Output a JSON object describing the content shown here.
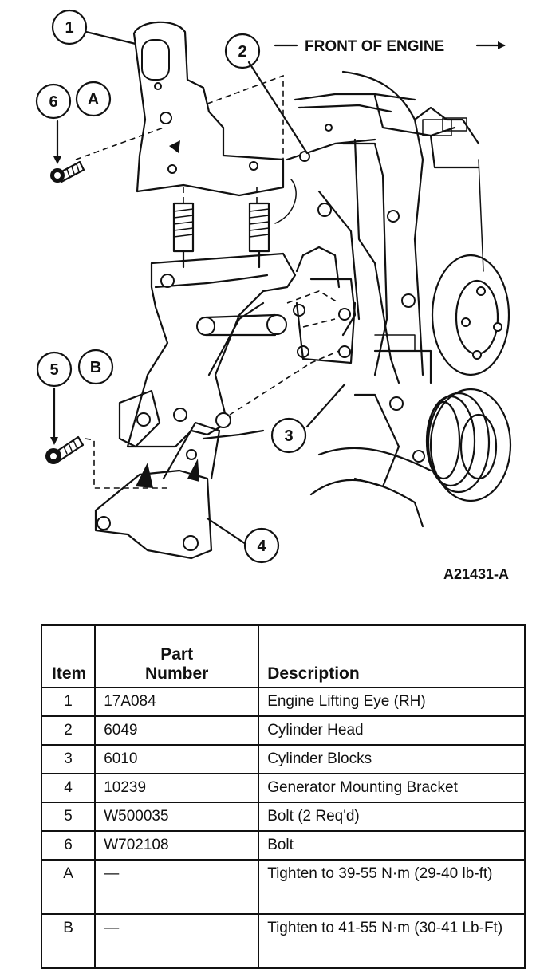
{
  "diagram": {
    "front_label": "FRONT OF ENGINE",
    "figure_id": "A21431-A",
    "callouts": {
      "c1": "1",
      "c2": "2",
      "c3": "3",
      "c4": "4",
      "c5": "5",
      "c6": "6",
      "cA": "A",
      "cB": "B"
    }
  },
  "table": {
    "headers": {
      "item": "Item",
      "part_number_line1": "Part",
      "part_number_line2": "Number",
      "description": "Description"
    },
    "rows": [
      {
        "item": "1",
        "part_number": "17A084",
        "description": "Engine Lifting Eye (RH)"
      },
      {
        "item": "2",
        "part_number": "6049",
        "description": "Cylinder Head"
      },
      {
        "item": "3",
        "part_number": "6010",
        "description": "Cylinder Blocks"
      },
      {
        "item": "4",
        "part_number": "10239",
        "description": "Generator Mounting Bracket"
      },
      {
        "item": "5",
        "part_number": "W500035",
        "description": "Bolt (2 Req'd)"
      },
      {
        "item": "6",
        "part_number": "W702108",
        "description": "Bolt"
      },
      {
        "item": "A",
        "part_number": "—",
        "description": "Tighten to 39-55 N·m (29-40 lb-ft)"
      },
      {
        "item": "B",
        "part_number": "—",
        "description": "Tighten to 41-55 N·m (30-41 Lb-Ft)"
      }
    ]
  }
}
